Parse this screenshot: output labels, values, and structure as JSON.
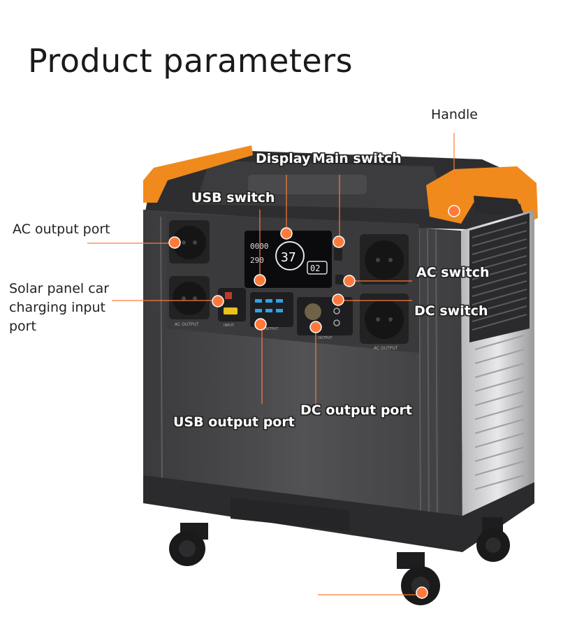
{
  "page": {
    "title": "Product parameters"
  },
  "labels": {
    "handle": "Handle",
    "display": "Display",
    "main_switch": "Main switch",
    "usb_switch": "USB switch",
    "ac_output_port": "AC output port",
    "solar_panel_input": "Solar panel car charging input port",
    "ac_switch": "AC switch",
    "dc_switch": "DC switch",
    "usb_output_port": "USB output port",
    "dc_output_port": "DC output port"
  },
  "screen": {
    "main_readout": "37",
    "side_readout_top": "0000",
    "side_readout_mid": "290",
    "small_readout": "02"
  },
  "panel_text": {
    "ac_output": "AC OUTPUT",
    "input": "INPUT",
    "output": "OUTPUT"
  },
  "colors": {
    "accent": "#ff7a3a",
    "device_body": "#4a4a4c",
    "handle_orange": "#f08a1c"
  }
}
